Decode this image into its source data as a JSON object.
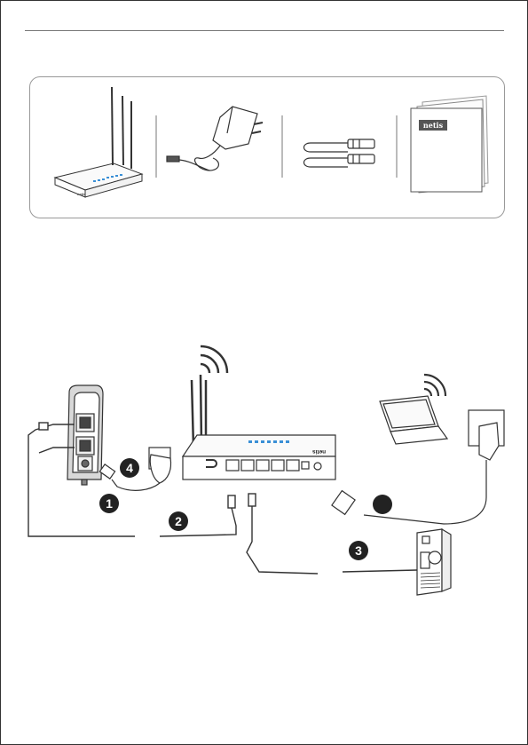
{
  "box_contents": {
    "manual_brand": "netis"
  },
  "diagram": {
    "router_brand": "netis",
    "router_brand_small": "netis",
    "steps": [
      "1",
      "2",
      "3",
      "4",
      ""
    ]
  },
  "colors": {
    "line": "#333333",
    "led_blue": "#3a8fd6",
    "badge": "#222222"
  }
}
